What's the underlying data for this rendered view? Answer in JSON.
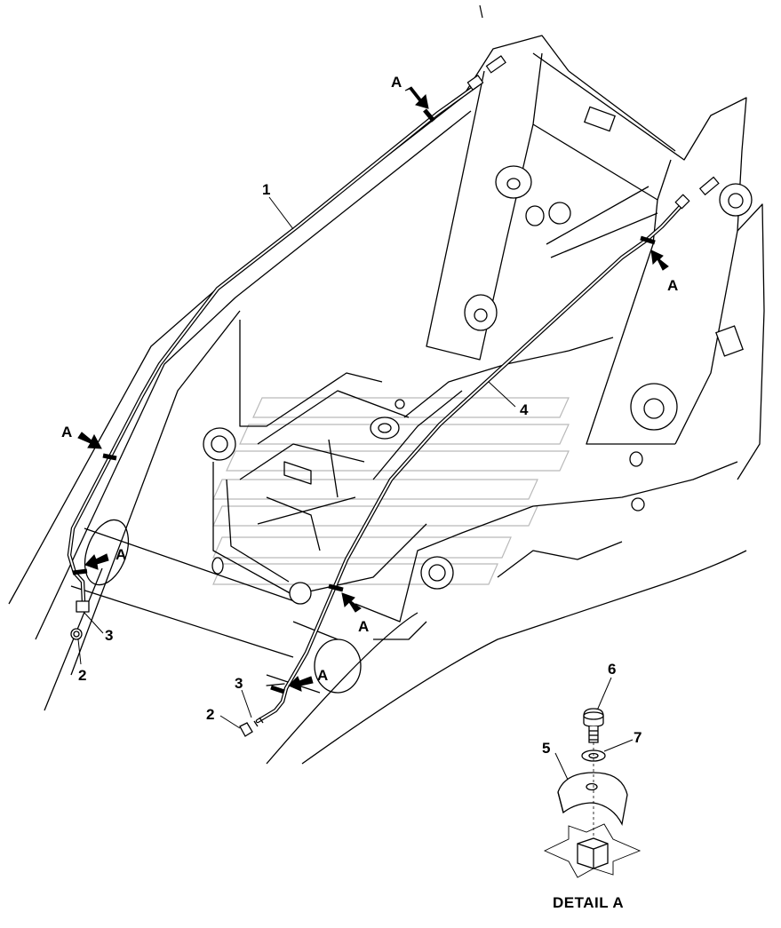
{
  "callouts": {
    "part_1": "1",
    "part_2_left": "2",
    "part_2_right": "2",
    "part_3_left": "3",
    "part_3_right": "3",
    "part_4": "4",
    "part_5": "5",
    "part_6": "6",
    "part_7": "7"
  },
  "clamp_marks": {
    "a_top_left": "A",
    "a_top_right": "A",
    "a_mid_left": "A",
    "a_low_left": "A",
    "a_mid_right": "A",
    "a_low_right": "A"
  },
  "detail_caption": "DETAIL A",
  "colors": {
    "line": "#000000",
    "background": "#ffffff",
    "watermark": "#b9b9b9"
  }
}
